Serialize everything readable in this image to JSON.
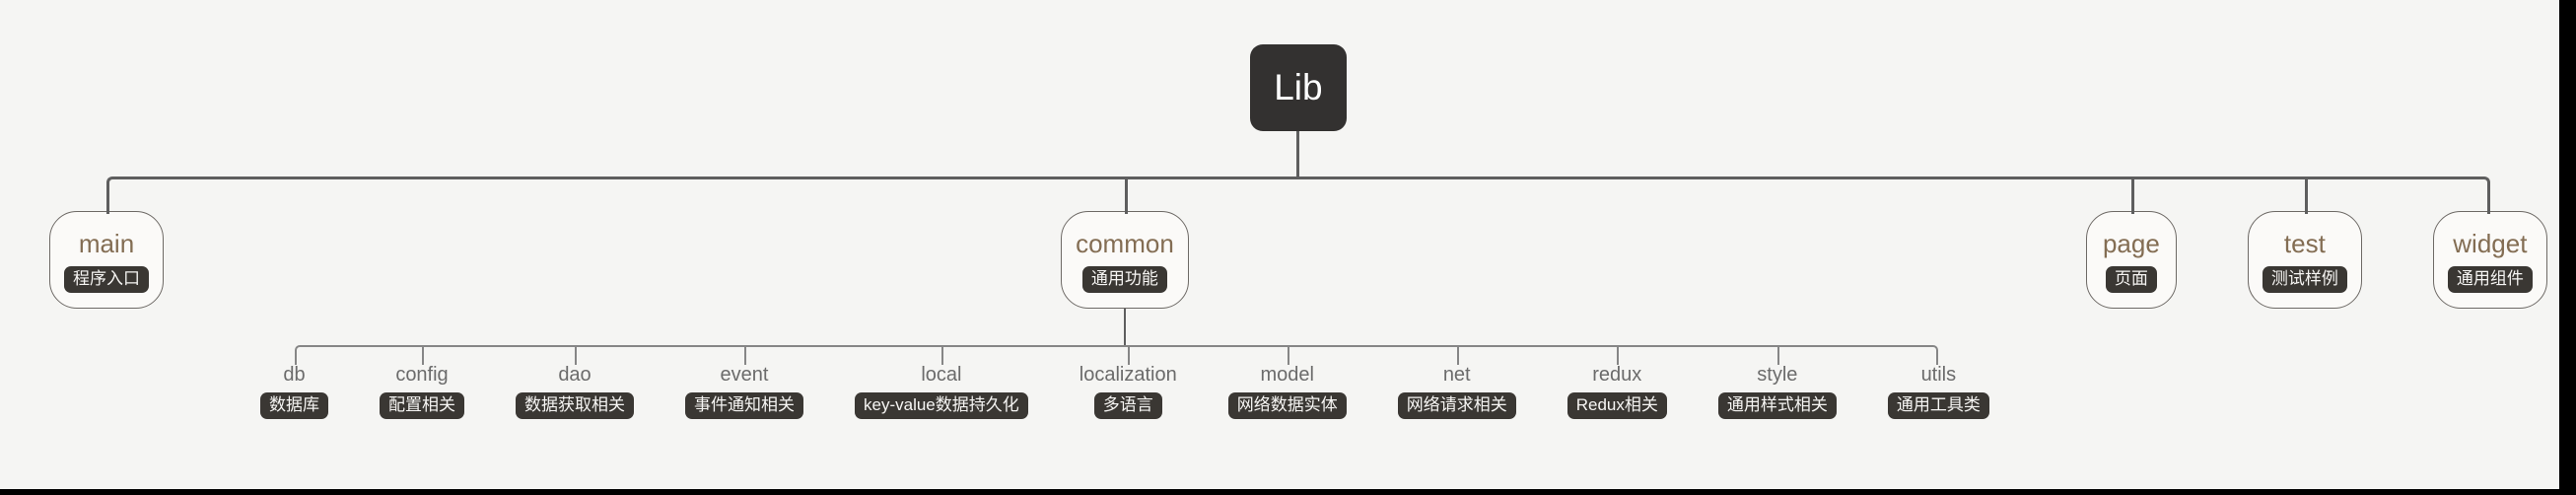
{
  "colors": {
    "page_bg": "#f5f5f3",
    "edge_bar": "#000000",
    "connector_l1": "#5e5e5e",
    "connector_l2": "#868686",
    "root_bg": "#333130",
    "root_text": "#ffffff",
    "node_bg": "#fbfaf8",
    "node_border": "#6e6a66",
    "node_label": "#836d53",
    "badge_bg": "#3a3733",
    "badge_text": "#f6f5f3",
    "leaf_label": "#6b6b6b"
  },
  "tree": {
    "root": {
      "label": "Lib"
    },
    "children": [
      {
        "label": "main",
        "badge": "程序入口"
      },
      {
        "label": "common",
        "badge": "通用功能",
        "children": [
          {
            "label": "db",
            "badge": "数据库"
          },
          {
            "label": "config",
            "badge": "配置相关"
          },
          {
            "label": "dao",
            "badge": "数据获取相关"
          },
          {
            "label": "event",
            "badge": "事件通知相关"
          },
          {
            "label": "local",
            "badge": "key-value数据持久化"
          },
          {
            "label": "localization",
            "badge": "多语言"
          },
          {
            "label": "model",
            "badge": "网络数据实体"
          },
          {
            "label": "net",
            "badge": "网络请求相关"
          },
          {
            "label": "redux",
            "badge": "Redux相关"
          },
          {
            "label": "style",
            "badge": "通用样式相关"
          },
          {
            "label": "utils",
            "badge": "通用工具类"
          }
        ]
      },
      {
        "label": "page",
        "badge": "页面"
      },
      {
        "label": "test",
        "badge": "测试样例"
      },
      {
        "label": "widget",
        "badge": "通用组件"
      }
    ]
  }
}
